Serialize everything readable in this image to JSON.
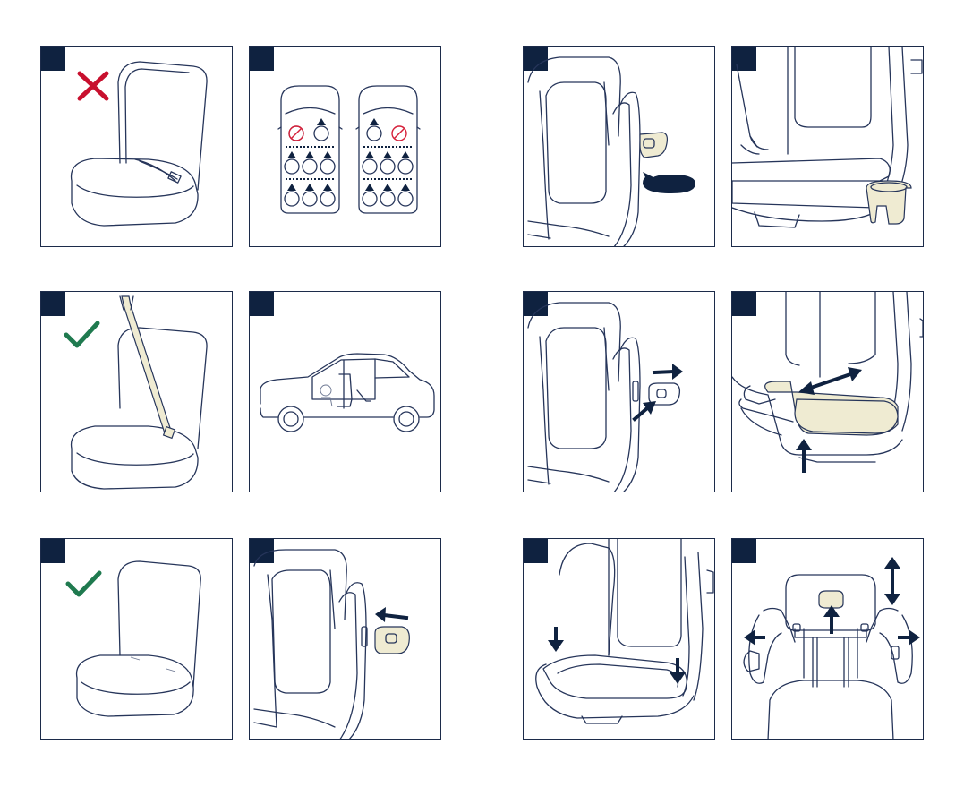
{
  "colors": {
    "badge": "#0f2240",
    "outline": "#26355a",
    "highlight": "#efebd2",
    "check": "#1f7a4f",
    "cross": "#c8102e",
    "prohibit": "#d6203a"
  },
  "panels": [
    {
      "id": "p1",
      "icon": "cross-icon"
    },
    {
      "id": "p2",
      "icon": "car-seat-map"
    },
    {
      "id": "p3",
      "icon": "check-icon"
    },
    {
      "id": "p4",
      "icon": "car-side-view"
    },
    {
      "id": "p5",
      "icon": "check-icon"
    },
    {
      "id": "p6",
      "icon": "arrow-left-icon"
    },
    {
      "id": "p7",
      "icon": "cup-holder-detail"
    },
    {
      "id": "p8",
      "icon": "cup-holder"
    },
    {
      "id": "p9",
      "icon": "arrow-right-icon"
    },
    {
      "id": "p10",
      "icon": "double-arrow-icon"
    },
    {
      "id": "p11",
      "icon": "arrow-down-icon"
    },
    {
      "id": "p12",
      "icon": "arrow-up-icon"
    }
  ]
}
